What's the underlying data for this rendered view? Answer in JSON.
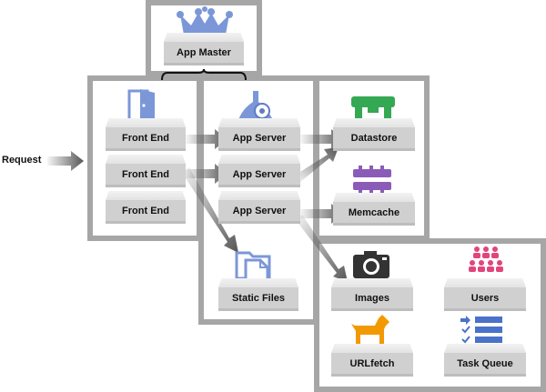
{
  "request": "Request",
  "app_master": "App Master",
  "front_ends": [
    "Front End",
    "Front End",
    "Front End"
  ],
  "app_servers": [
    "App Server",
    "App Server",
    "App Server"
  ],
  "datastore": "Datastore",
  "memcache": "Memcache",
  "static_files": "Static Files",
  "images": "Images",
  "users": "Users",
  "urlfetch": "URLfetch",
  "task_queue": "Task Queue",
  "colors": {
    "frame": "#a6a6a6",
    "slab": "#d0d0d0",
    "arrow": "#555555",
    "crown": "#7c97d8",
    "datastore": "#34a853",
    "memcache": "#8a5cb8",
    "users": "#e0457b",
    "urlfetch": "#f29900",
    "task_queue": "#4a72c8",
    "camera": "#333333"
  }
}
